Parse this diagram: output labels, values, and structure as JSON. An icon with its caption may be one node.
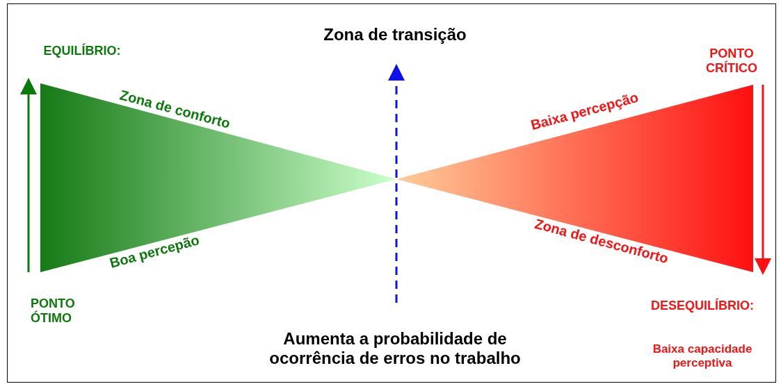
{
  "diagram": {
    "title": "Zona de transição",
    "caption": "Aumenta a probabilidade de ocorrência de erros no trabalho",
    "labels": [
      "EQUILÍBRIO:",
      "PONTO CRÍTICO",
      "Zona de conforto",
      "Baixa percepção",
      "Boa percepão",
      "Zona de desconforto",
      "PONTO ÓTIMO",
      "DESEQUILÍBRIO:",
      "Baixa capacidade perceptiva"
    ]
  }
}
